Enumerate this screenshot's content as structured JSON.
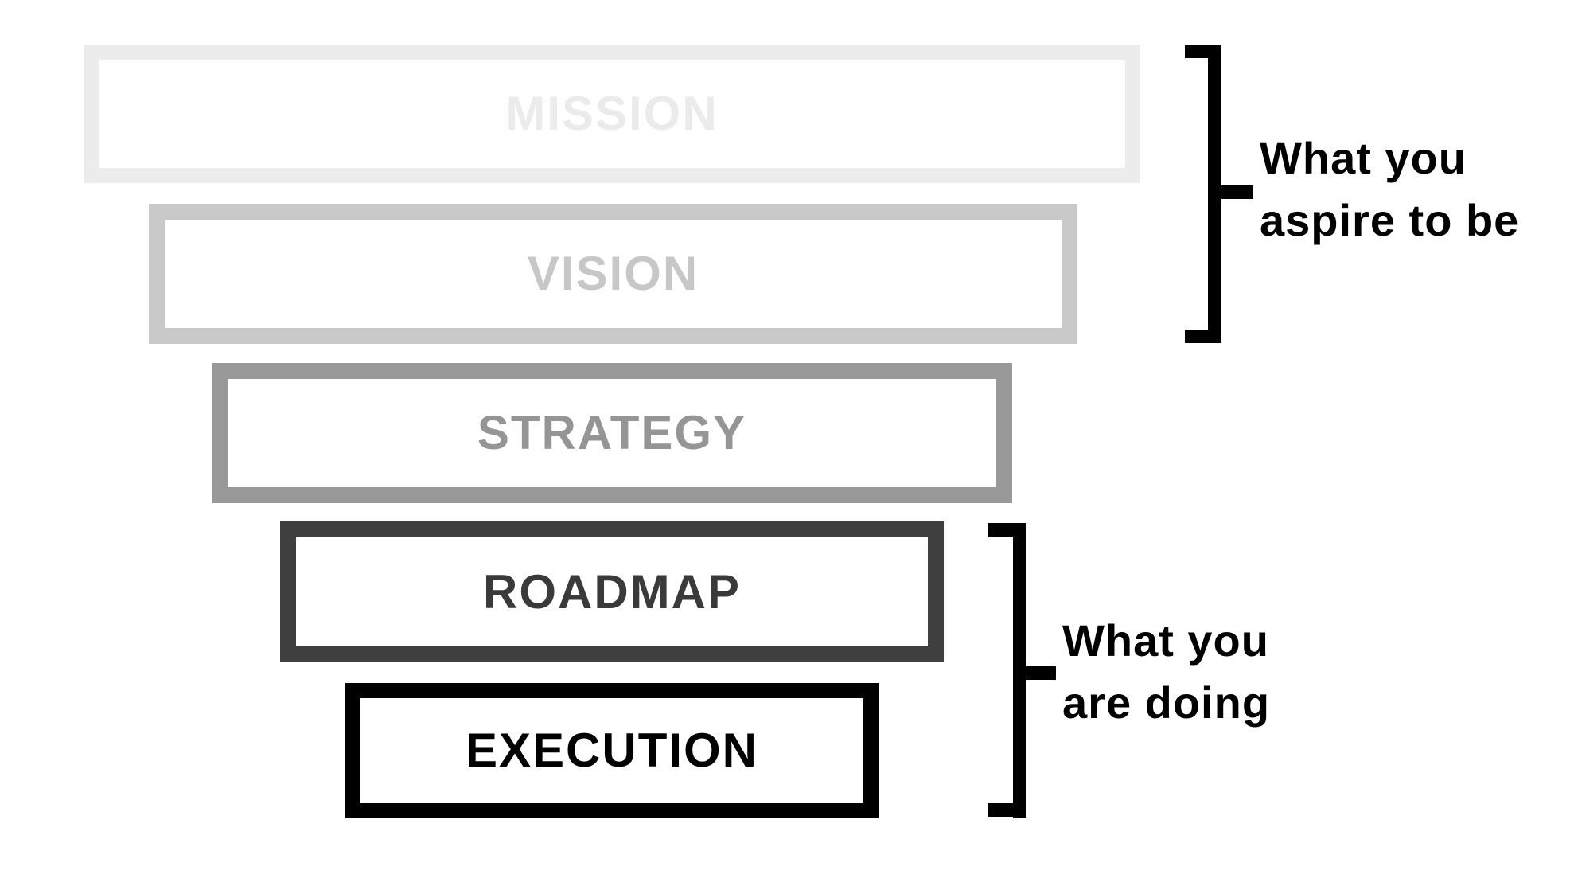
{
  "diagram": {
    "background": "#ffffff",
    "brace_color": "#000000",
    "annotation_text_color": "#000000",
    "levels": [
      {
        "label": "MISSION",
        "frame_color": "#ececec",
        "text_color": "#ebebeb"
      },
      {
        "label": "VISION",
        "frame_color": "#c9c9c9",
        "text_color": "#c7c7c7"
      },
      {
        "label": "STRATEGY",
        "frame_color": "#999999",
        "text_color": "#959595"
      },
      {
        "label": "ROADMAP",
        "frame_color": "#3f3f3f",
        "text_color": "#3a3a3a"
      },
      {
        "label": "EXECUTION",
        "frame_color": "#000000",
        "text_color": "#000000"
      }
    ],
    "annotations": [
      {
        "lines": [
          "What you",
          "aspire to be"
        ],
        "spans_levels": [
          "MISSION",
          "VISION"
        ]
      },
      {
        "lines": [
          "What you",
          "are doing"
        ],
        "spans_levels": [
          "ROADMAP",
          "EXECUTION"
        ]
      }
    ]
  }
}
